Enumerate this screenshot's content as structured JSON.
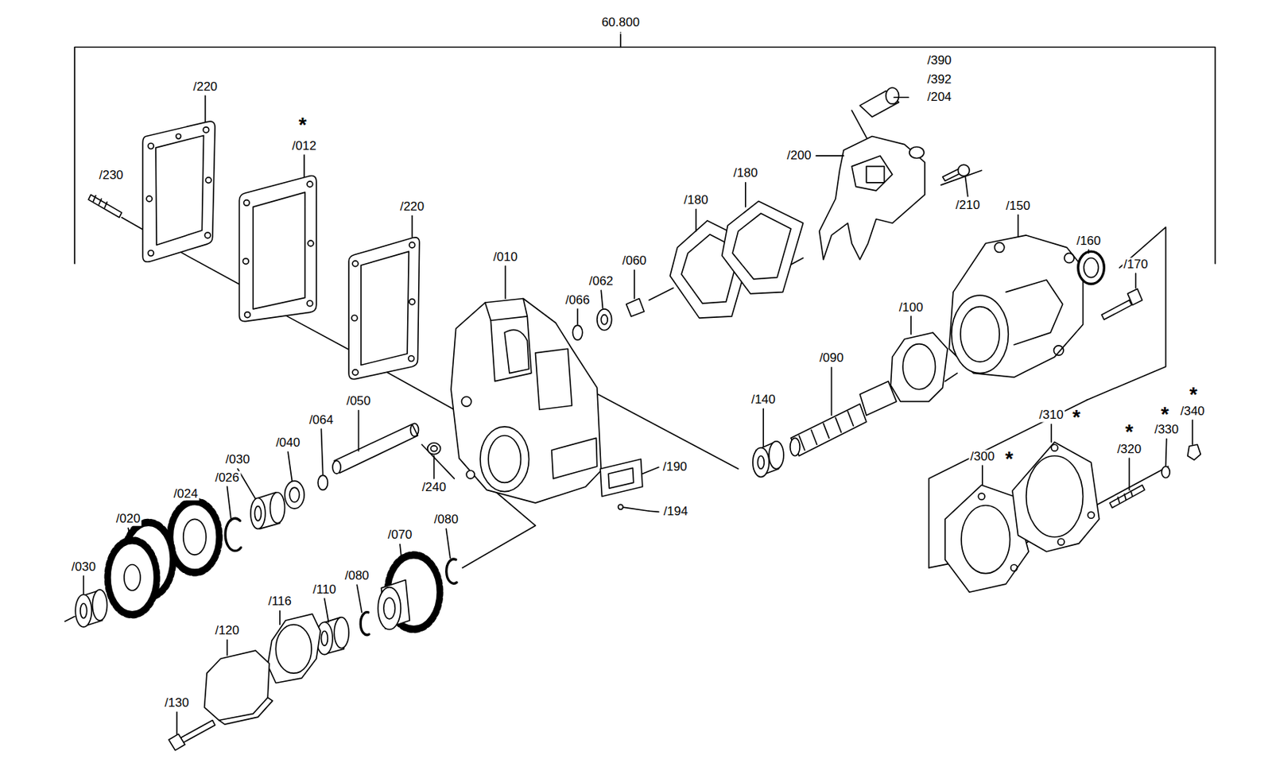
{
  "diagram": {
    "labels": [
      "60.800",
      "/390",
      "/392",
      "/204",
      "/220",
      "*",
      "/012",
      "/200",
      "/180",
      "/230",
      "/180",
      "/210",
      "/150",
      "/220",
      "/160",
      "/010",
      "/060",
      "/170",
      "/062",
      "/066",
      "/100",
      "/090",
      "*",
      "/140",
      "/050",
      "*",
      "/340",
      "/310",
      "*",
      "/064",
      "*",
      "/330",
      "/040",
      "/320",
      "/300",
      "*",
      "/030",
      "/190",
      "/026",
      "/240",
      "/024",
      "/194",
      "/020",
      "/080",
      "/070",
      "/030",
      "/080",
      "/110",
      "/116",
      "/120",
      "/130"
    ]
  }
}
